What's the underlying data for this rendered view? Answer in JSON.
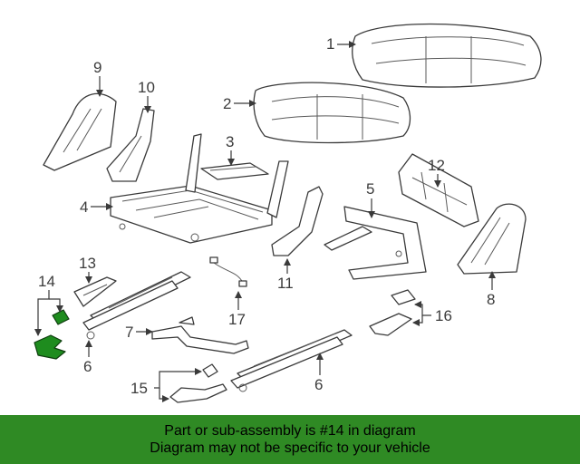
{
  "callouts": {
    "p1": "1",
    "p2": "2",
    "p3": "3",
    "p4": "4",
    "p5": "5",
    "p6a": "6",
    "p6b": "6",
    "p7": "7",
    "p8": "8",
    "p9": "9",
    "p10": "10",
    "p11": "11",
    "p12": "12",
    "p13": "13",
    "p14": "14",
    "p15": "15",
    "p16": "16",
    "p17": "17"
  },
  "highlight": {
    "part": "14",
    "color": "#1e8c1e"
  },
  "banner": {
    "line1": "Part or sub-assembly is #14 in diagram",
    "line2": "Diagram may not be specific to your vehicle",
    "color": "#2f8a24"
  }
}
